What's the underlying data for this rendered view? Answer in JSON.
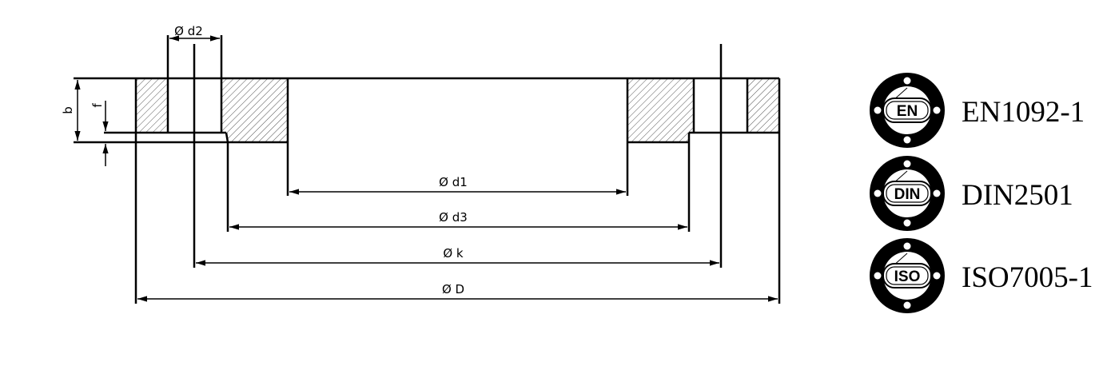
{
  "dimensions": {
    "d2": "Ø d2",
    "b": "b",
    "f": "f",
    "d1": "Ø d1",
    "d3": "Ø d3",
    "k": "Ø k",
    "D": "Ø D"
  },
  "standards": [
    {
      "badge": "EN",
      "label": "EN1092-1"
    },
    {
      "badge": "DIN",
      "label": "DIN2501"
    },
    {
      "badge": "ISO",
      "label": "ISO7005-1"
    }
  ]
}
